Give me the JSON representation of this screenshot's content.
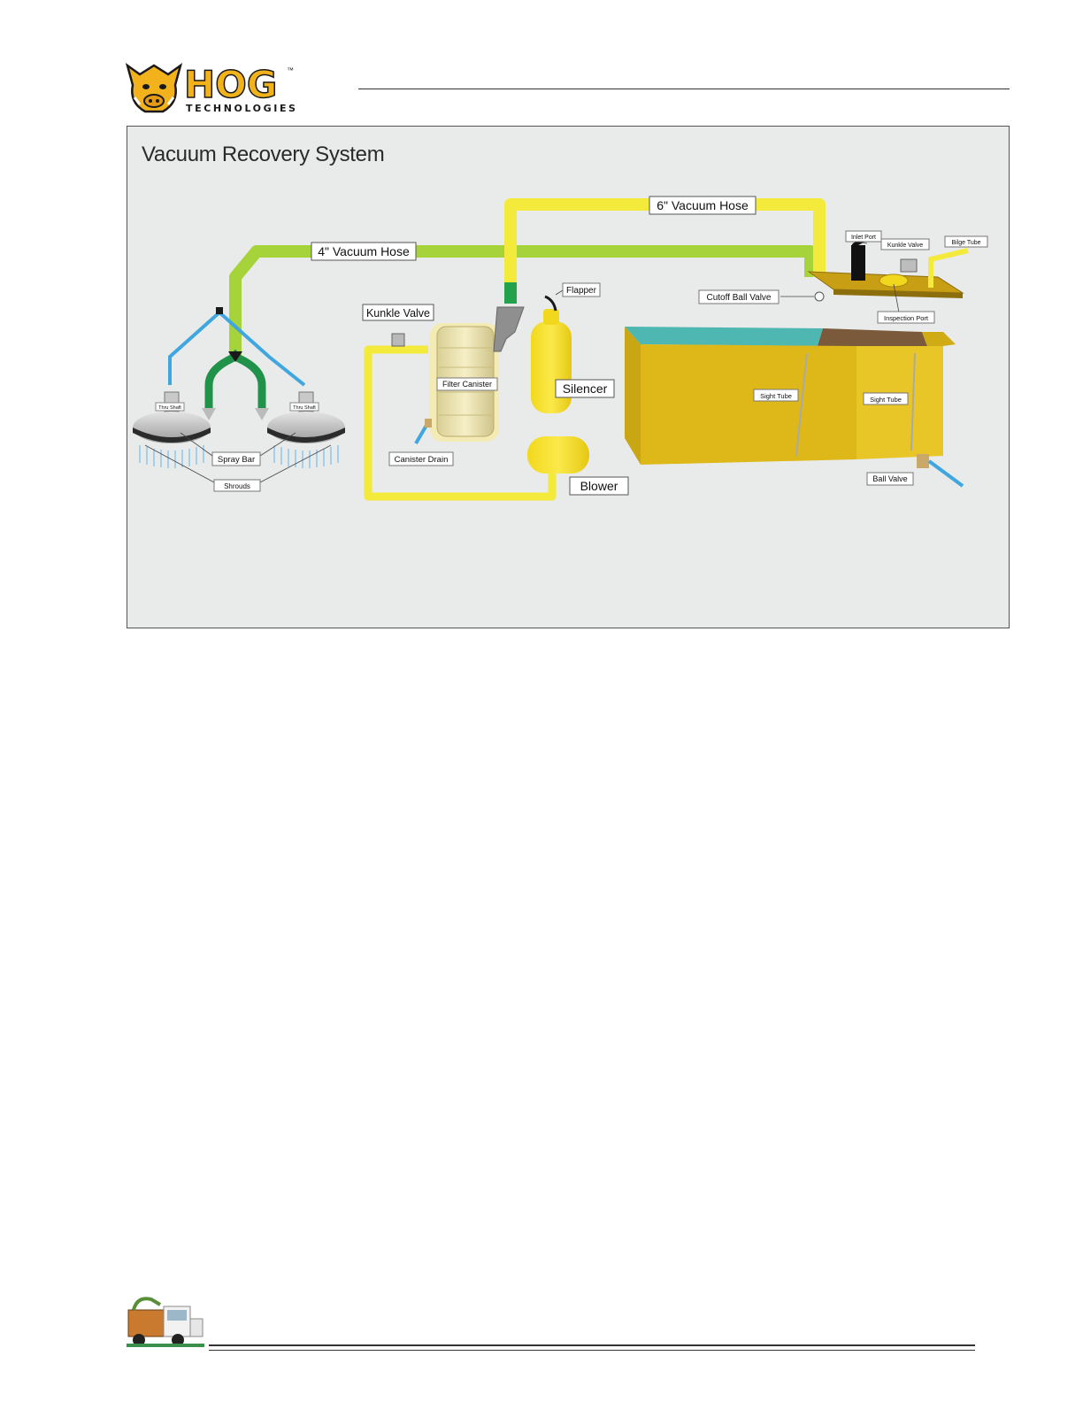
{
  "header": {
    "logo_word": "HOG",
    "logo_sub": "TECHNOLOGIES",
    "logo_tm": "™"
  },
  "diagram": {
    "title": "Vacuum Recovery System",
    "labels": {
      "vacuum_hose_6": "6\" Vacuum Hose",
      "vacuum_hose_4": "4\" Vacuum Hose",
      "inlet_port": "Inlet Port",
      "kunkle_valve_top": "Kunkle Valve",
      "bilge_tube": "Bilge Tube",
      "cutoff_ball_valve": "Cutoff Ball Valve",
      "inspection_port": "Inspection Port",
      "flapper": "Flapper",
      "kunkle_valve": "Kunkle Valve",
      "filter_canister": "Filter Canister",
      "silencer": "Silencer",
      "canister_drain": "Canister Drain",
      "blower": "Blower",
      "sight_tube_1": "Sight Tube",
      "sight_tube_2": "Sight Tube",
      "ball_valve": "Ball Valve",
      "spray_bar": "Spray Bar",
      "shrouds": "Shrouds",
      "thru_shaft_left": "Thru Shaft",
      "thru_shaft_right": "Thru Shaft"
    }
  }
}
